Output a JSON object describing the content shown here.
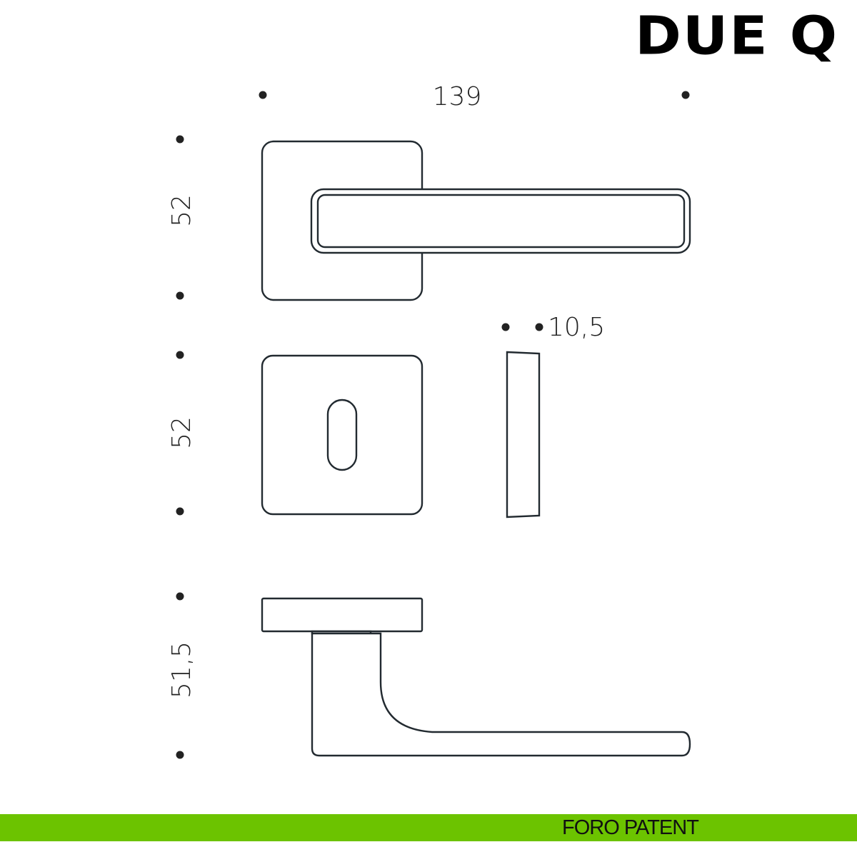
{
  "title": "DUE Q",
  "dimensions": {
    "width": "139",
    "rose_height": "52",
    "escutcheon_height": "52",
    "thickness": "10,5",
    "projection": "51,5"
  },
  "footer": {
    "label": "FORO PATENT",
    "color": "#6cc300"
  }
}
